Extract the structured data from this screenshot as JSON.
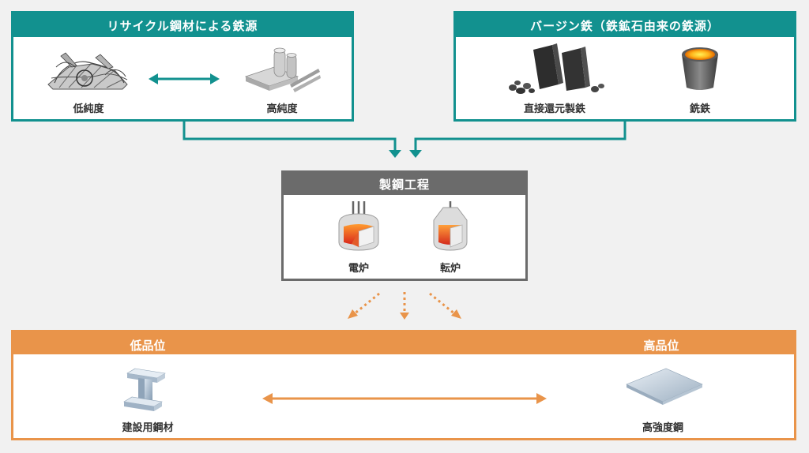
{
  "recycle": {
    "title": "リサイクル鋼材による鉄源",
    "low_label": "低純度",
    "high_label": "高純度"
  },
  "virgin": {
    "title": "バージン鉄（鉄鉱石由来の鉄源）",
    "dri_label": "直接還元製鉄",
    "pig_label": "銑鉄"
  },
  "steelmaking": {
    "title": "製鋼工程",
    "eaf_label": "電炉",
    "bof_label": "転炉"
  },
  "products": {
    "low_grade": "低品位",
    "high_grade": "高品位",
    "construction_label": "建設用鋼材",
    "high_strength_label": "高強度鋼"
  },
  "colors": {
    "teal": "#12918f",
    "gray": "#6b6b6b",
    "orange": "#e9944a",
    "background": "#f1f1f1"
  }
}
